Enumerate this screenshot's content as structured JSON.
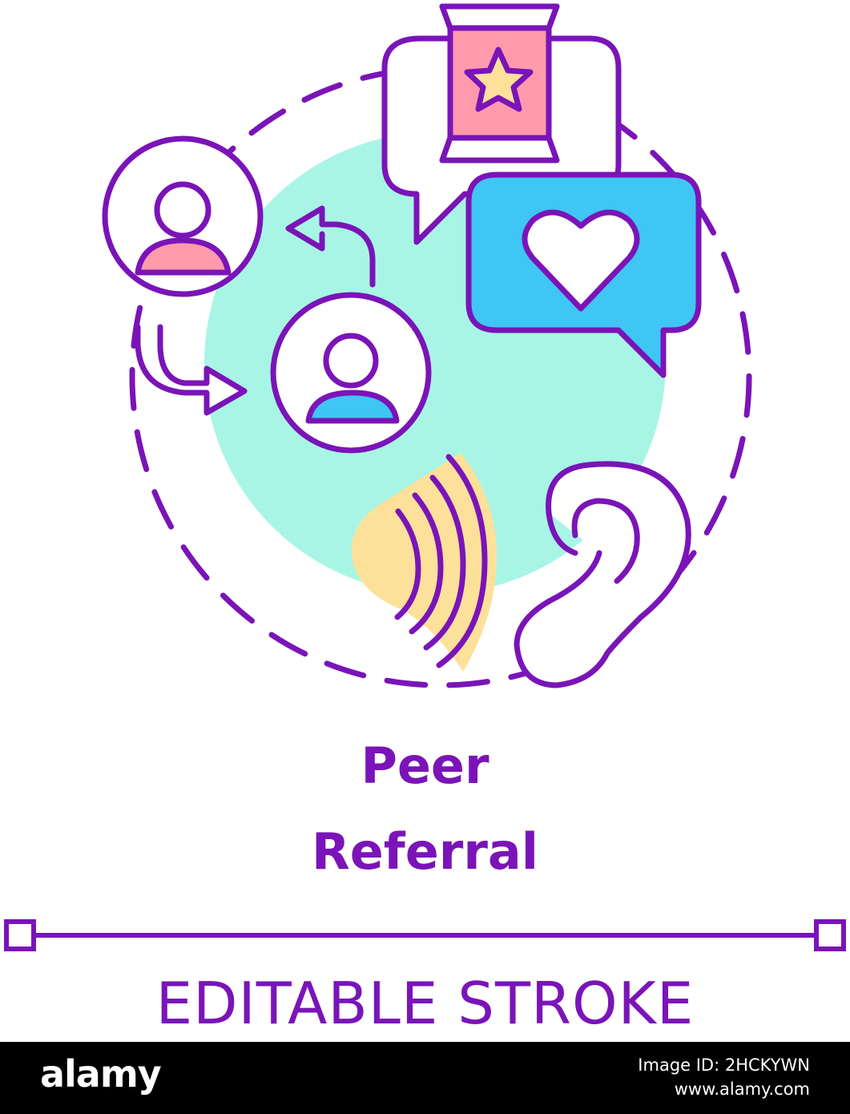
{
  "title": {
    "line1": "Peer",
    "line2": "Referral"
  },
  "caption": "EDITABLE STROKE",
  "footer": {
    "brand": "alamy",
    "image_id_line": "Image ID: 2HCKYWN",
    "site": "www.alamy.com"
  },
  "colors": {
    "stroke": "#7a14b8",
    "mint": "#a8f5e6",
    "pink": "#ff9aac",
    "blue": "#3fc6f4",
    "yellow": "#fde19a",
    "footer_bg": "#000000"
  },
  "icons": [
    "dashed-circle-icon",
    "user-icon",
    "arrow-icon",
    "chat-bubble-icon",
    "product-bag-icon",
    "star-icon",
    "heart-icon",
    "sound-waves-icon",
    "ear-icon",
    "editable-stroke-line-icon"
  ]
}
